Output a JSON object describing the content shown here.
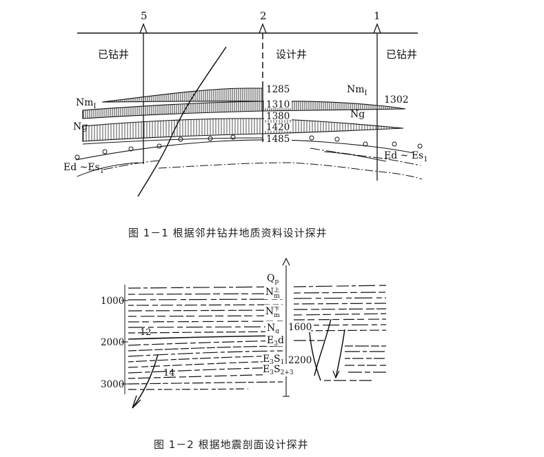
{
  "figure1": {
    "wells": [
      {
        "number": "5",
        "label": "已钻井"
      },
      {
        "number": "2",
        "label": "设计井"
      },
      {
        "number": "1",
        "label": "已钻井"
      }
    ],
    "formations_left": {
      "nm": "Nm",
      "nm_sub": "I",
      "ng": "Ng",
      "ed_es": "Ed ~Es",
      "ed_es_sub": "1"
    },
    "formations_right": {
      "nm": "Nm",
      "nm_sub": "I",
      "ng": "Ng",
      "ed_es": "Ed ~ Es",
      "ed_es_sub": "1"
    },
    "depths_design_well": [
      "1285",
      "1310",
      "1380",
      "1420",
      "1485"
    ],
    "depth_well1": "1302",
    "caption": "图 1－1   根据邻井钻井地质资料设计探井"
  },
  "figure2": {
    "depth_axis": [
      "1000",
      "2000",
      "3000"
    ],
    "strata": {
      "qp": "Q",
      "qp_sub": "p",
      "nm_upper": "N",
      "nm_upper_sup": "上",
      "nm_upper_sub": "m",
      "nm_lower": "N",
      "nm_lower_sup": "下",
      "nm_lower_sub": "m",
      "ng": "N",
      "ng_sub": "g",
      "e3d": "E",
      "e3d_sub": "3",
      "e3d_rest": "d",
      "e3s1": "E",
      "e3s1_sub": "3",
      "e3s1_rest": "S",
      "e3s1_rest_sub": "1",
      "e3s23": "E",
      "e3s23_sub": "3",
      "e3s23_rest": "S",
      "e3s23_rest_sub": "2+3"
    },
    "horizon_labels": {
      "h12": "12",
      "h14": "14"
    },
    "target_depths": [
      "1600",
      "2200"
    ],
    "caption": "图 1－2   根据地震剖面设计探井"
  }
}
